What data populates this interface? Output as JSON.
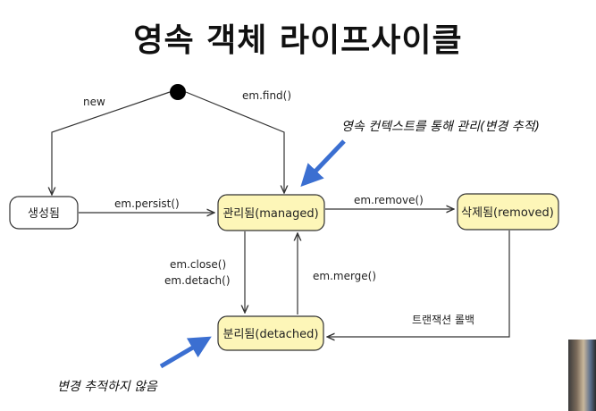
{
  "title": "영속 객체 라이프사이클",
  "states": {
    "new": "생성됨",
    "managed": "관리됨(managed)",
    "removed": "삭제됨(removed)",
    "detached": "분리됨(detached)"
  },
  "transitions": {
    "new": "new",
    "find": "em.find()",
    "persist": "em.persist()",
    "remove": "em.remove()",
    "close": "em.close()",
    "detach": "em.detach()",
    "merge": "em.merge()",
    "rollback": "트랜잭션 롤백"
  },
  "annotations": {
    "managed_note": "영속 컨텍스트를 통해 관리(변경 추적)",
    "detached_note": "변경 추적하지 않음"
  },
  "colors": {
    "state_fill": "#fdf6b8",
    "state_plain": "#ffffff",
    "arrow_blue": "#3b6fd1"
  }
}
